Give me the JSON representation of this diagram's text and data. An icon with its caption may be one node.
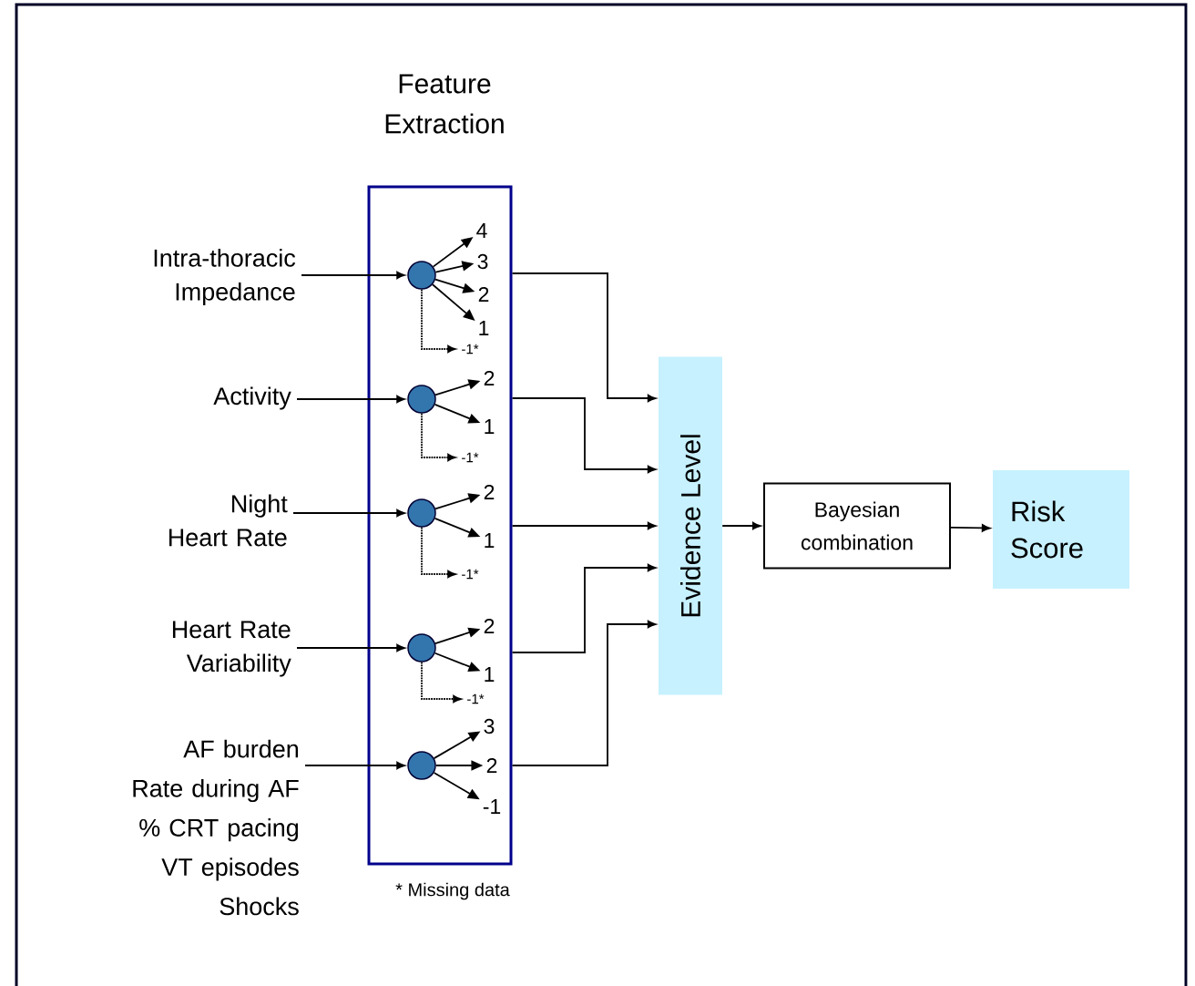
{
  "diagram": {
    "nodes": [
      {
        "text": [
          "Feature Extraction"
        ]
      },
      {
        "text": [
          "Intra-thoracic Impedance"
        ]
      },
      {
        "text": [
          "Activity"
        ]
      },
      {
        "text": [
          "Night Heart Rate"
        ]
      },
      {
        "text": [
          "Heart Rate Variability"
        ]
      },
      {
        "text": [
          "AF burden",
          "Rate during AF",
          "% CRT pacing",
          "VT episodes",
          "Shocks"
        ]
      },
      {
        "text": [],
        "shape": "circle",
        "in": 0
      },
      {
        "text": [],
        "shape": "circle",
        "in": 0
      },
      {
        "text": [],
        "shape": "circle",
        "in": 0
      },
      {
        "text": [],
        "shape": "circle",
        "in": 0
      },
      {
        "text": [],
        "shape": "circle",
        "in": 0
      },
      {
        "text": [
          "4"
        ],
        "in": 0
      },
      {
        "text": [
          "3"
        ],
        "in": 0
      },
      {
        "text": [
          "2"
        ],
        "in": 0
      },
      {
        "text": [
          "1"
        ],
        "in": 0
      },
      {
        "text": [
          "-1*"
        ],
        "in": 0
      },
      {
        "text": [
          "2"
        ],
        "in": 0
      },
      {
        "text": [
          "1"
        ],
        "in": 0
      },
      {
        "text": [
          "-1*"
        ],
        "in": 0
      },
      {
        "text": [
          "2"
        ],
        "in": 0
      },
      {
        "text": [
          "1"
        ],
        "in": 0
      },
      {
        "text": [
          "-1*"
        ],
        "in": 0
      },
      {
        "text": [
          "2"
        ],
        "in": 0
      },
      {
        "text": [
          "1"
        ],
        "in": 0
      },
      {
        "text": [
          "-1*"
        ],
        "in": 0
      },
      {
        "text": [
          "3"
        ],
        "in": 0
      },
      {
        "text": [
          "2"
        ],
        "in": 0
      },
      {
        "text": [
          "-1"
        ],
        "in": 0
      },
      {
        "text": [
          "Evidence Level"
        ]
      },
      {
        "text": [
          "Bayesian combination"
        ]
      },
      {
        "text": [
          "Risk Score"
        ]
      }
    ],
    "edges": [
      {
        "from": 1,
        "to": 6,
        "arrow": "to"
      },
      {
        "from": 2,
        "to": 7,
        "arrow": "to"
      },
      {
        "from": 3,
        "to": 8,
        "arrow": "to"
      },
      {
        "from": 4,
        "to": 9,
        "arrow": "to"
      },
      {
        "from": 5,
        "to": 10,
        "arrow": "to"
      },
      {
        "from": 6,
        "to": 11,
        "arrow": "to"
      },
      {
        "from": 6,
        "to": 12,
        "arrow": "to"
      },
      {
        "from": 6,
        "to": 13,
        "arrow": "to"
      },
      {
        "from": 6,
        "to": 14,
        "arrow": "to"
      },
      {
        "from": 6,
        "to": 15,
        "arrow": "to",
        "style": "dashed"
      },
      {
        "from": 7,
        "to": 16,
        "arrow": "to"
      },
      {
        "from": 7,
        "to": 17,
        "arrow": "to"
      },
      {
        "from": 7,
        "to": 18,
        "arrow": "to",
        "style": "dashed"
      },
      {
        "from": 8,
        "to": 19,
        "arrow": "to"
      },
      {
        "from": 8,
        "to": 20,
        "arrow": "to"
      },
      {
        "from": 8,
        "to": 21,
        "arrow": "to",
        "style": "dashed"
      },
      {
        "from": 9,
        "to": 22,
        "arrow": "to"
      },
      {
        "from": 9,
        "to": 23,
        "arrow": "to"
      },
      {
        "from": 9,
        "to": 24,
        "arrow": "to",
        "style": "dashed"
      },
      {
        "from": 10,
        "to": 25,
        "arrow": "to"
      },
      {
        "from": 10,
        "to": 26,
        "arrow": "to"
      },
      {
        "from": 10,
        "to": 27,
        "arrow": "to"
      },
      {
        "from": 0,
        "to": 28,
        "arrow": "to"
      },
      {
        "from": 0,
        "to": 28,
        "arrow": "to"
      },
      {
        "from": 0,
        "to": 28,
        "arrow": "to"
      },
      {
        "from": 0,
        "to": 28,
        "arrow": "to"
      },
      {
        "from": 0,
        "to": 28,
        "arrow": "to"
      },
      {
        "from": 28,
        "to": 29,
        "arrow": "to"
      },
      {
        "from": 29,
        "to": 30,
        "arrow": "to"
      }
    ],
    "labels": [
      "* Missing data"
    ]
  }
}
